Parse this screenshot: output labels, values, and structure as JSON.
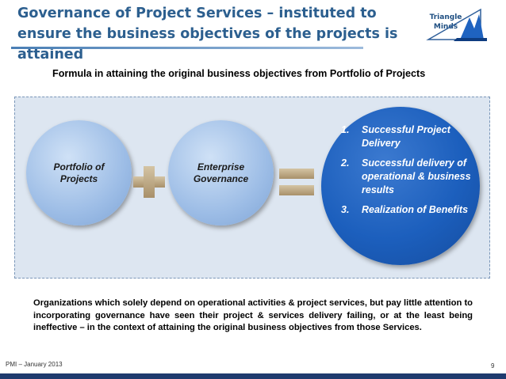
{
  "slide": {
    "title": "Governance of Project Services – instituted to ensure the business objectives of the projects is attained",
    "logo_line1": "Triangle",
    "logo_line2": "Minds",
    "subtitle": "Formula in attaining the original business objectives from  Portfolio of Projects"
  },
  "formula": {
    "left_line1": "Portfolio of",
    "left_line2": "Projects",
    "middle_line1": "Enterprise",
    "middle_line2": "Governance",
    "plus_icon": "plus-icon",
    "equals_icon": "equals-icon",
    "results": [
      {
        "num": "1.",
        "text": "Successful Project Delivery"
      },
      {
        "num": "2.",
        "text": "Successful delivery of operational & business results"
      },
      {
        "num": "3.",
        "text": "Realization of Benefits"
      }
    ]
  },
  "body_text": "Organizations which solely depend on operational activities & project services, but pay little attention to incorporating governance have seen their project & services delivery failing, or at the least being ineffective – in the context of attaining the original business objectives from those Services.",
  "footer": {
    "left": "PMI – January 2013",
    "page": "9"
  },
  "colors": {
    "title": "#2c5f8f",
    "result_circle": "#1c5fbd",
    "input_circle": "#9dbde6",
    "operator": "#b8a27c",
    "bottom_bar": "#1f3b6e"
  }
}
